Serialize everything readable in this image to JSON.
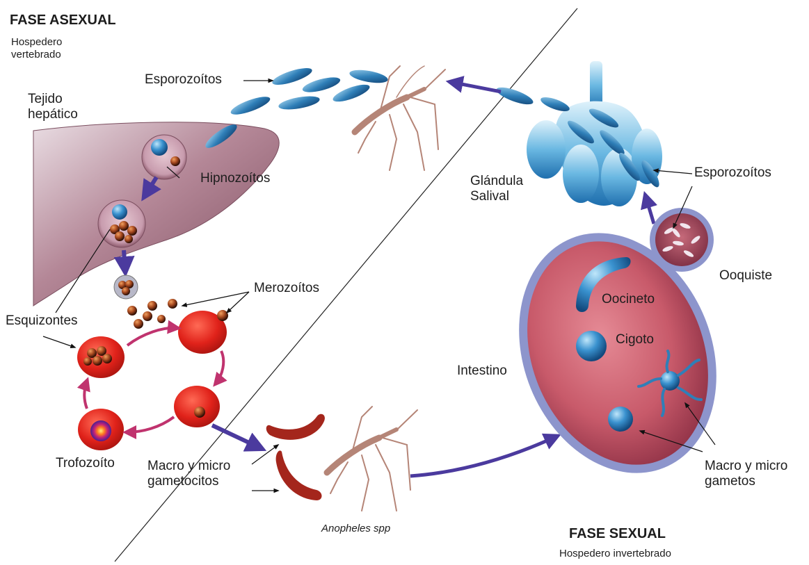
{
  "asexual": {
    "title": "FASE ASEXUAL",
    "host_line1": "Hospedero",
    "host_line2": "vertebrado"
  },
  "sexual": {
    "title": "FASE SEXUAL",
    "host": "Hospedero invertebrado"
  },
  "labels": {
    "tejido_line1": "Tejido",
    "tejido_line2": "hepático",
    "esporozoitos_top": "Esporozoítos",
    "hipnozoitos": "Hipnozoítos",
    "merozoitos": "Merozoítos",
    "esquizontes": "Esquizontes",
    "trofozoito": "Trofozoíto",
    "gametocitos_line1": "Macro y micro",
    "gametocitos_line2": "gametocitos",
    "anopheles": "Anopheles spp",
    "glandula_line1": "Glándula",
    "glandula_line2": "Salival",
    "esporozoitos_right": "Esporozoítos",
    "ooquiste": "Ooquiste",
    "oocineto": "Oocineto",
    "cigoto": "Cigoto",
    "intestino": "Intestino",
    "gametos_line1": "Macro y micro",
    "gametos_line2": "gametos"
  },
  "colors": {
    "liver": "#a77585",
    "blood_cell": "#e0221a",
    "arrow_purple": "#4b3a9e",
    "arrow_magenta": "#c0336e",
    "sporozoite_blue": "#2f7fb8",
    "gland_blue": "#5cb0dc",
    "gut_fill": "#c85a6a",
    "gut_border": "#8d95cc",
    "mosquito": "#b58577",
    "gametocyte": "#a4261c"
  },
  "icons": [
    "liver",
    "red-blood-cell",
    "mosquito",
    "salivary-gland",
    "sporozoite",
    "oocyst",
    "midgut"
  ]
}
